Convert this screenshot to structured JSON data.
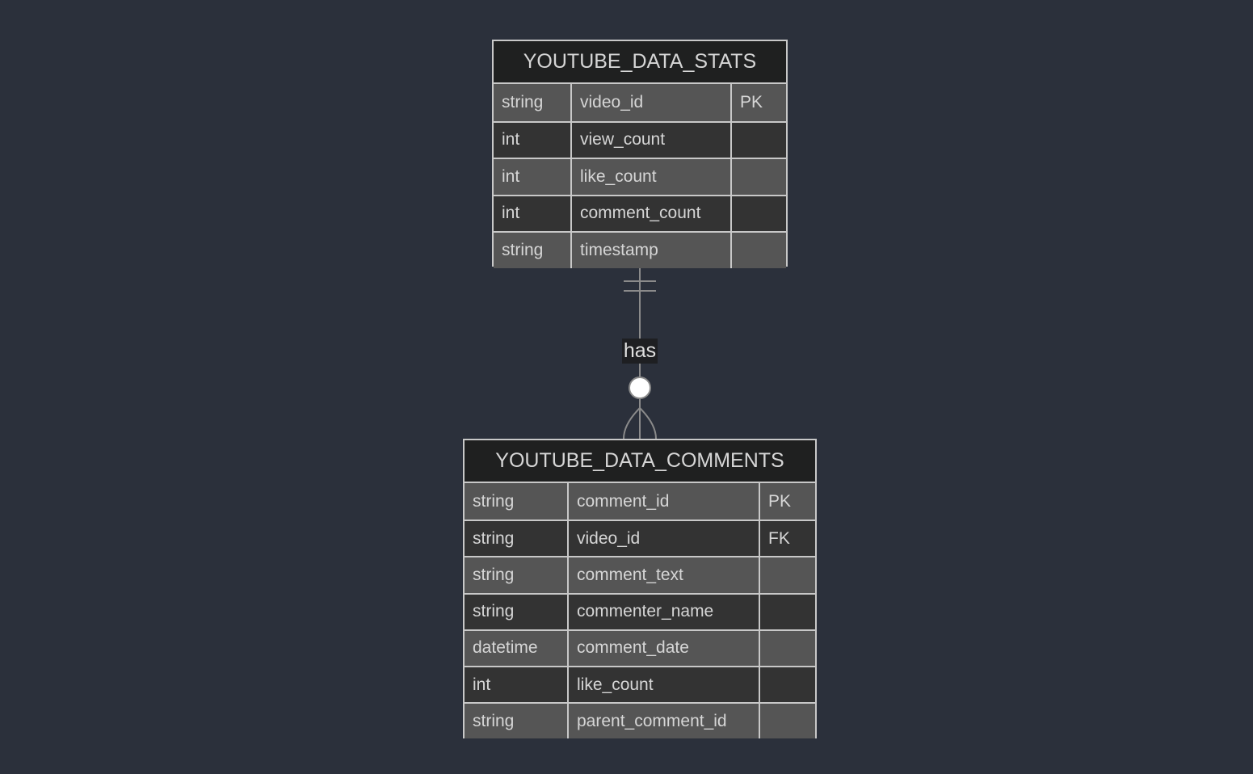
{
  "entities": {
    "stats": {
      "name": "YOUTUBE_DATA_STATS",
      "attributes": [
        {
          "type": "string",
          "name": "video_id",
          "key": "PK"
        },
        {
          "type": "int",
          "name": "view_count",
          "key": ""
        },
        {
          "type": "int",
          "name": "like_count",
          "key": ""
        },
        {
          "type": "int",
          "name": "comment_count",
          "key": ""
        },
        {
          "type": "string",
          "name": "timestamp",
          "key": ""
        }
      ]
    },
    "comments": {
      "name": "YOUTUBE_DATA_COMMENTS",
      "attributes": [
        {
          "type": "string",
          "name": "comment_id",
          "key": "PK"
        },
        {
          "type": "string",
          "name": "video_id",
          "key": "FK"
        },
        {
          "type": "string",
          "name": "comment_text",
          "key": ""
        },
        {
          "type": "string",
          "name": "commenter_name",
          "key": ""
        },
        {
          "type": "datetime",
          "name": "comment_date",
          "key": ""
        },
        {
          "type": "int",
          "name": "like_count",
          "key": ""
        },
        {
          "type": "string",
          "name": "parent_comment_id",
          "key": ""
        }
      ]
    }
  },
  "relationship": {
    "label": "has",
    "from": "YOUTUBE_DATA_STATS",
    "to": "YOUTUBE_DATA_COMMENTS",
    "from_cardinality": "exactly-one",
    "to_cardinality": "zero-or-many"
  },
  "colors": {
    "background": "#2b303b",
    "header": "#1f2020",
    "row_light": "#555555",
    "row_dark": "#333333",
    "border": "#c8c8c8",
    "text": "#d6d6d6",
    "line": "#8a8a8a"
  }
}
